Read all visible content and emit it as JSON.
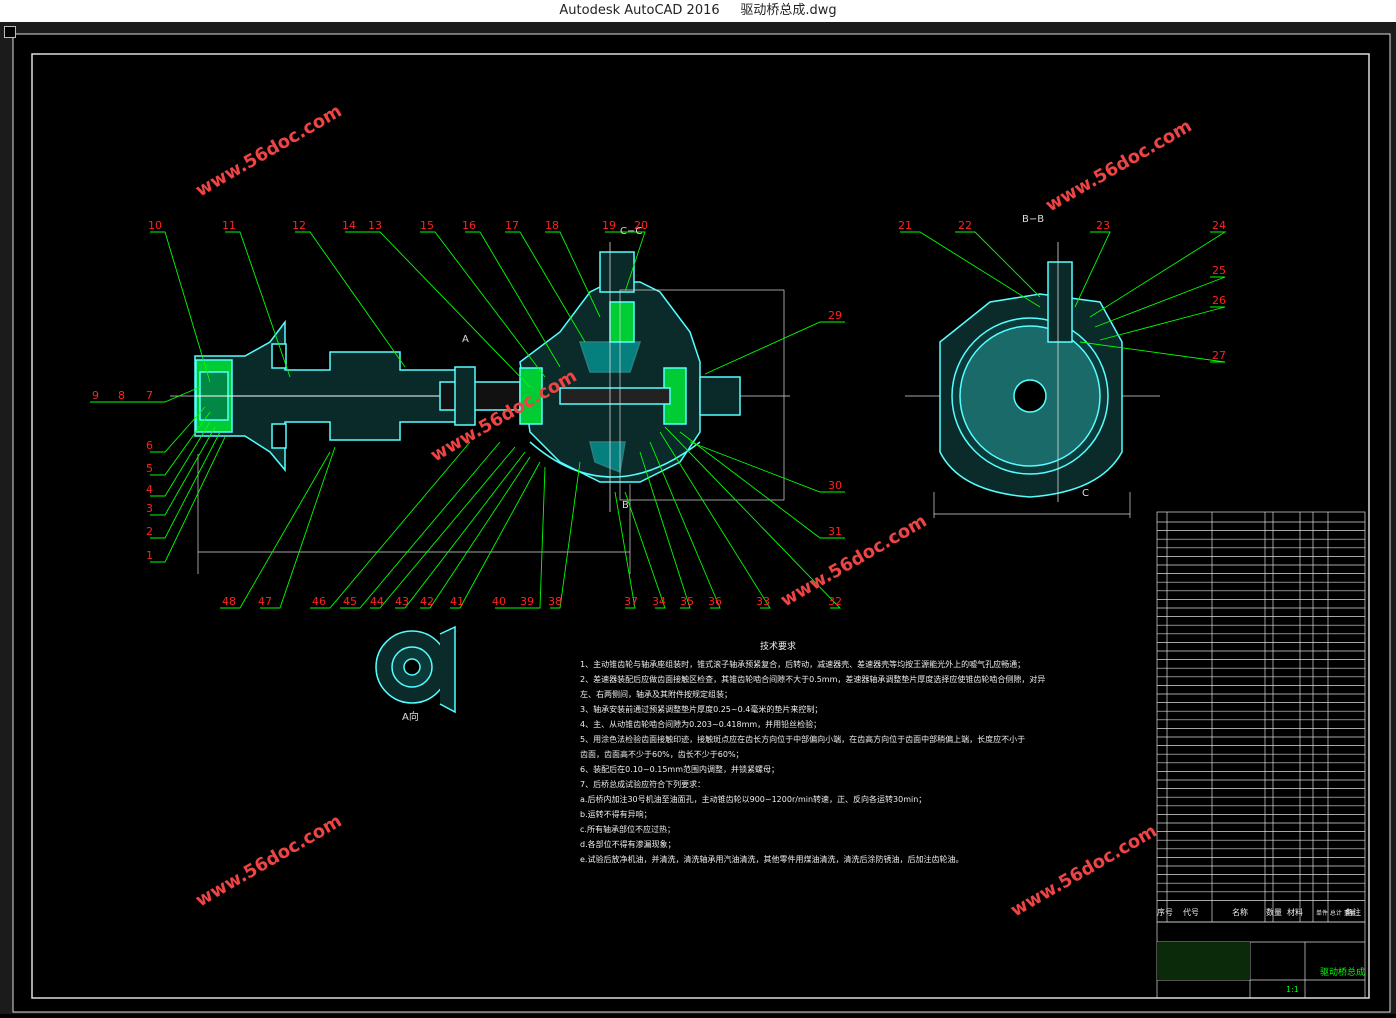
{
  "window": {
    "app": "Autodesk AutoCAD 2016",
    "file": "驱动桥总成.dwg"
  },
  "views": {
    "section_cc": "C−C",
    "section_bb": "B−B",
    "view_a": "A向",
    "label_a": "A",
    "label_b": "B",
    "label_c": "C"
  },
  "watermark": "www.56doc.com",
  "balloons_left": [
    "10",
    "11",
    "12",
    "14",
    "13",
    "15",
    "16",
    "17",
    "18",
    "19",
    "20"
  ],
  "balloons_side": [
    "9",
    "8",
    "7",
    "6",
    "5",
    "4",
    "3",
    "2",
    "1"
  ],
  "balloons_bottom": [
    "48",
    "47",
    "46",
    "45",
    "44",
    "43",
    "42",
    "41",
    "40",
    "39",
    "38",
    "37",
    "34",
    "35",
    "36",
    "33",
    "32"
  ],
  "balloons_right_main": [
    "29",
    "30",
    "31"
  ],
  "balloons_bb": [
    "21",
    "22",
    "23",
    "24",
    "25",
    "26",
    "27"
  ],
  "notes": {
    "title": "技术要求",
    "lines": [
      "1、主动锥齿轮与轴承座组装时，锥式滚子轴承预紧复合，后转动，减速器壳、差速器壳等均按王源能光外上的嘘气孔应畅通；",
      "2、差速器装配后应做齿面接触区检查，其锥齿轮啮合间隙不大于0.5mm，差速器轴承调整垫片厚度选择应使锥齿轮啮合侧隙，对异",
      "左、右两侧间，轴承及其附件按规定组装；",
      "3、轴承安装前通过预紧调整垫片厚度0.25~0.4毫米的垫片来控制；",
      "4、主、从动锥齿轮啮合间隙为0.203~0.418mm，并用铅丝检验；",
      "5、用涂色法检验齿面接触印迹，接触斑点应在齿长方向位于中部偏向小端，在齿高方向位于齿面中部稍偏上端，长度应不小于",
      "    齿面，齿面高不少于60%，齿长不少于60%；",
      "6、装配后在0.10~0.15mm范围内调整，并锁紧螺母；",
      "7、后桥总成试验应符合下列要求：",
      "    a.后桥内加注30号机油至油面孔，主动锥齿轮以900~1200r/min转速，正、反向各运转30min；",
      "    b.运转不得有异响；",
      "    c.所有轴承部位不应过热；",
      "    d.各部位不得有渗漏现象；",
      "    e.试验后放净机油，并清洗，清洗轴承用汽油清洗，其他零件用煤油清洗，清洗后涂防锈油，后加注齿轮油。"
    ]
  },
  "bom_header": {
    "seq": "序号",
    "code": "代号",
    "name": "名称",
    "qty": "数量",
    "material": "材料",
    "weight": "单件 总计 重量",
    "remark": "备注"
  },
  "title_block": {
    "drawing_name": "驱动桥总成",
    "scale": "1:1"
  }
}
